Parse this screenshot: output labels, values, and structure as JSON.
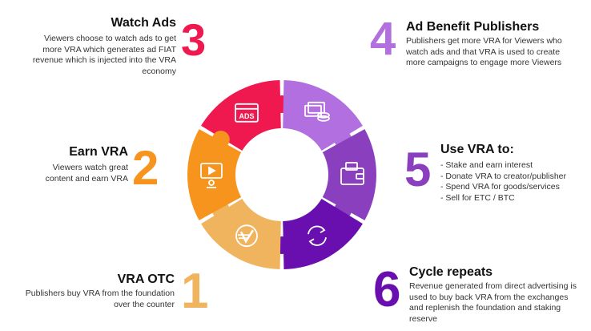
{
  "steps": [
    {
      "number": "1",
      "title": "VRA OTC",
      "description": "Publishers buy VRA from the foundation over the counter",
      "color": "#F0B45F",
      "icon": "verasity-logo-icon"
    },
    {
      "number": "2",
      "title": "Earn VRA",
      "description": "Viewers watch great content and earn VRA",
      "color": "#F7941D",
      "icon": "video-player-icon"
    },
    {
      "number": "3",
      "title": "Watch Ads",
      "description": "Viewers choose to watch ads to get more VRA which generates ad FIAT revenue which is injected into the VRA economy",
      "color": "#F0194F",
      "icon": "ads-screen-icon"
    },
    {
      "number": "4",
      "title": "Ad Benefit Publishers",
      "description": "Publishers get more VRA for Viewers who watch ads and that VRA is used to create more campaigns to engage more Viewers",
      "color": "#B16FE0",
      "icon": "money-coins-icon"
    },
    {
      "number": "5",
      "title": "Use VRA to:",
      "items": [
        "- Stake and earn interest",
        "- Donate VRA to creator/publisher",
        "- Spend VRA for goods/services",
        "- Sell for ETC / BTC"
      ],
      "color": "#8A3FBF",
      "icon": "wallet-icon"
    },
    {
      "number": "6",
      "title": "Cycle repeats",
      "description": "Revenue generated from direct advertising is used to buy back VRA from the exchanges and replenish the foundation and staking reserve",
      "color": "#6A0FAF",
      "icon": "cycle-arrows-icon"
    }
  ]
}
